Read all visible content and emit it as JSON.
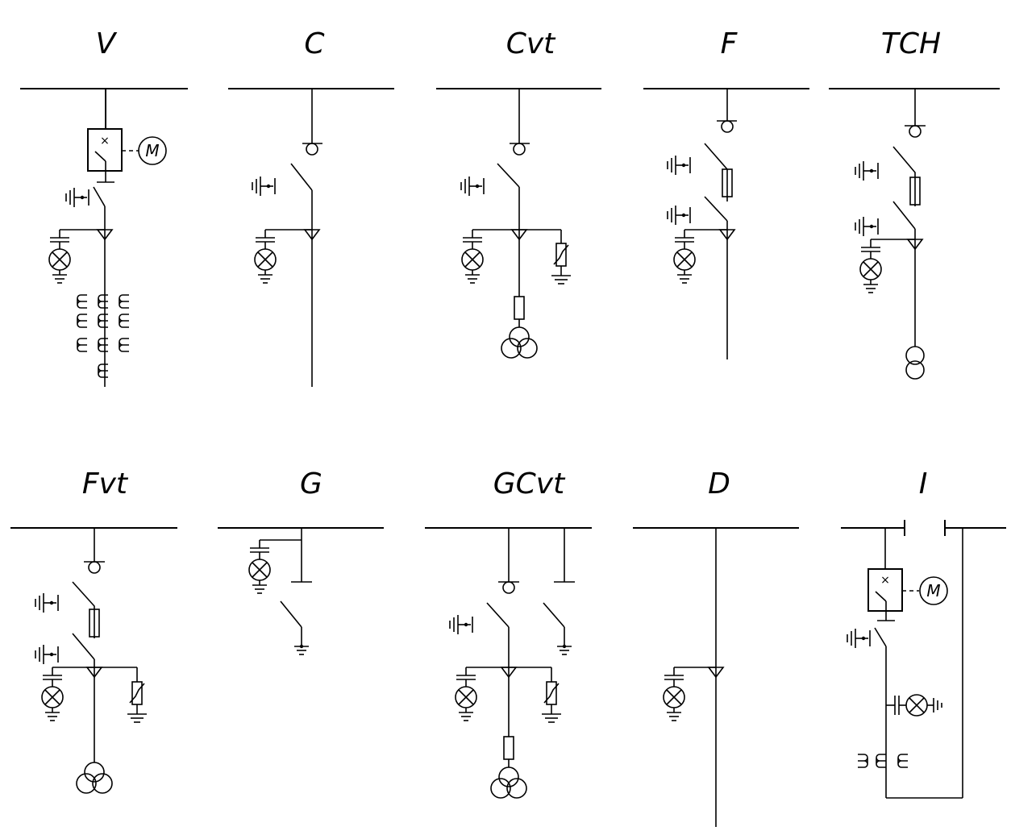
{
  "cells": [
    {
      "label": "V"
    },
    {
      "label": "C"
    },
    {
      "label": "Cvt"
    },
    {
      "label": "F"
    },
    {
      "label": "TCH"
    },
    {
      "label": "Fvt"
    },
    {
      "label": "G"
    },
    {
      "label": "GCvt"
    },
    {
      "label": "D"
    },
    {
      "label": "I"
    }
  ],
  "motor_symbol_text": "M",
  "breaker_mark_text": "×"
}
